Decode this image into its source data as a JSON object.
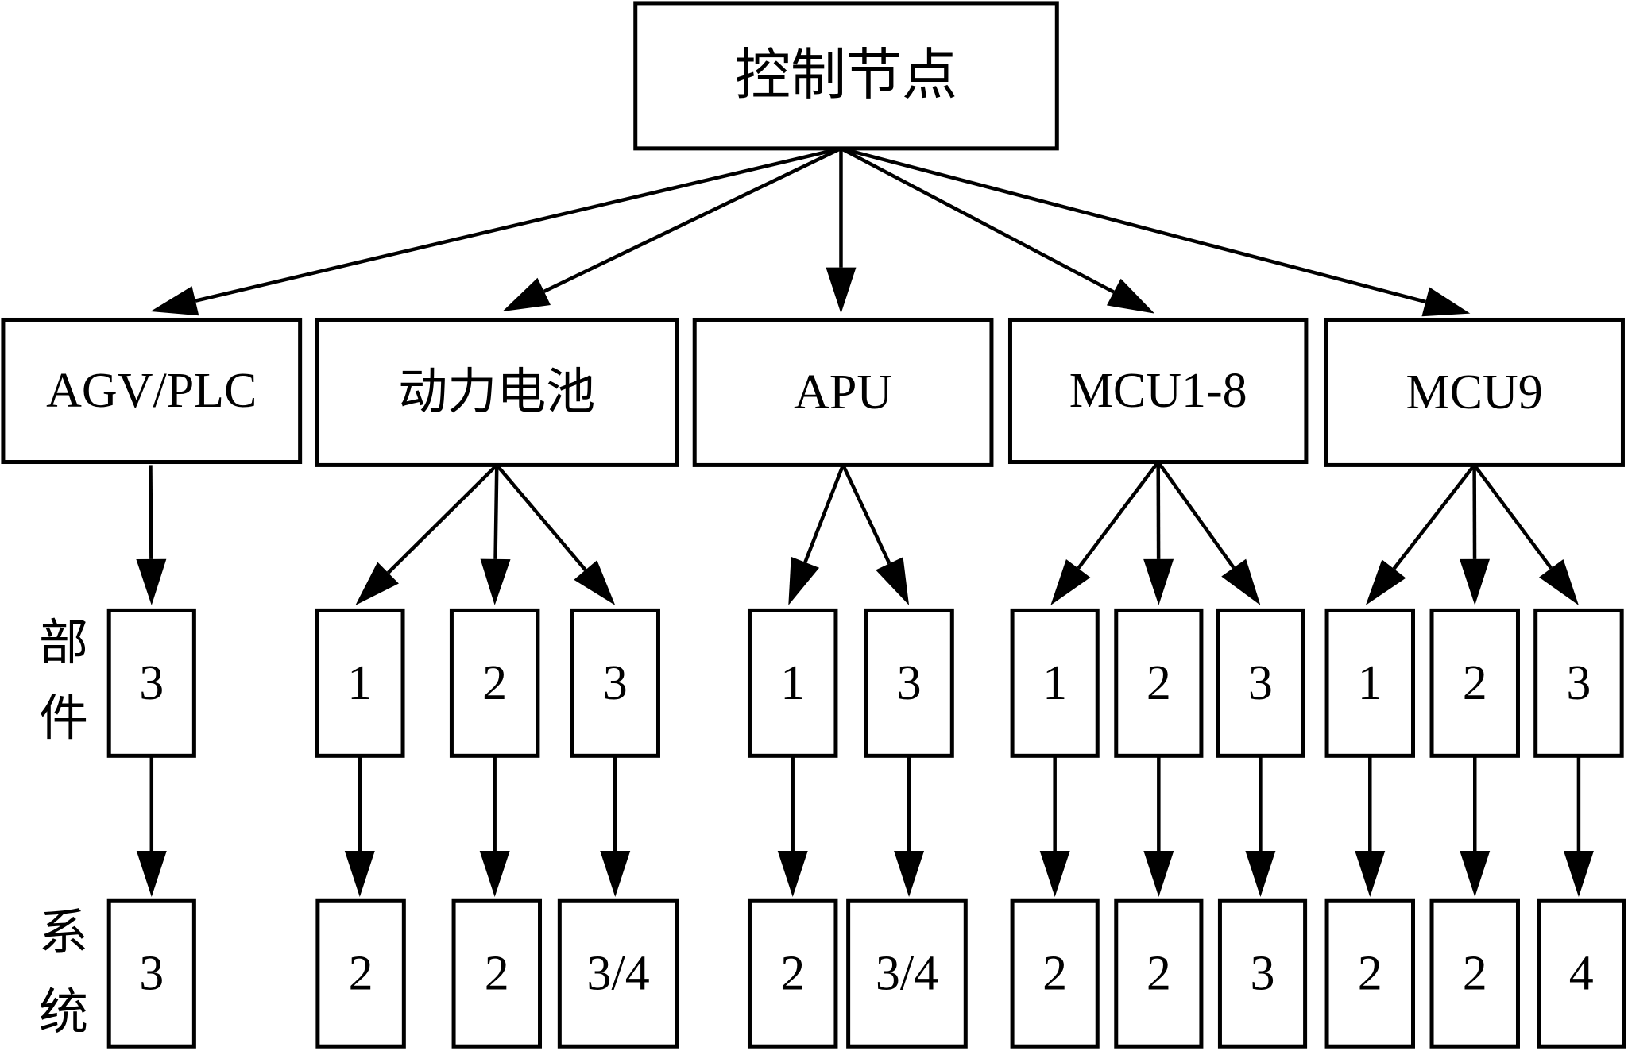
{
  "root": {
    "label": "控制节点"
  },
  "row_labels": {
    "parts": "部件",
    "system": "系统"
  },
  "groups": [
    {
      "label": "AGV/PLC",
      "children": [
        {
          "part": "3",
          "system": "3"
        }
      ]
    },
    {
      "label": "动力电池",
      "children": [
        {
          "part": "1",
          "system": "2"
        },
        {
          "part": "2",
          "system": "2"
        },
        {
          "part": "3",
          "system": "3/4"
        }
      ]
    },
    {
      "label": "APU",
      "children": [
        {
          "part": "1",
          "system": "2"
        },
        {
          "part": "3",
          "system": "3/4"
        }
      ]
    },
    {
      "label": "MCU1-8",
      "children": [
        {
          "part": "1",
          "system": "2"
        },
        {
          "part": "2",
          "system": "2"
        },
        {
          "part": "3",
          "system": "3"
        }
      ]
    },
    {
      "label": "MCU9",
      "children": [
        {
          "part": "1",
          "system": "2"
        },
        {
          "part": "2",
          "system": "2"
        },
        {
          "part": "3",
          "system": "4"
        }
      ]
    }
  ]
}
